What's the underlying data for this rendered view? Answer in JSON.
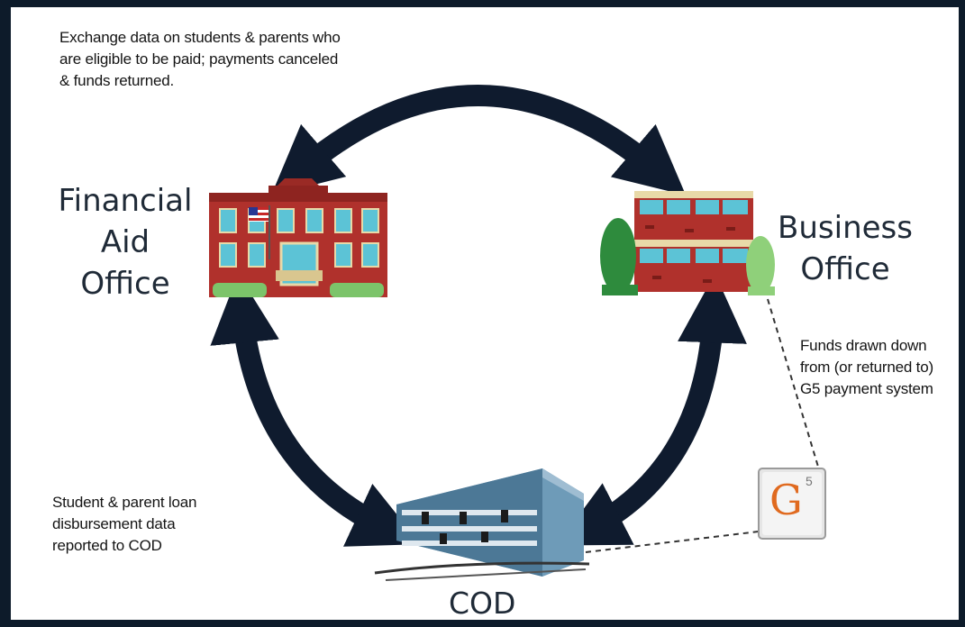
{
  "nodes": {
    "financial_aid": "Financial\nAid\nOffice",
    "business": "Business\nOffice",
    "cod": "COD",
    "g5_badge": "G",
    "g5_superscript": "5"
  },
  "notes": {
    "exchange": "Exchange data on students & parents who\nare eligible to be paid; payments canceled\n& funds returned.",
    "funds": "Funds drawn down\nfrom (or returned to)\nG5 payment system",
    "loan": "Student & parent loan\ndisbursement data\nreported to COD"
  },
  "colors": {
    "frame": "#0d1b2a",
    "arrow": "#0f1b2e",
    "brick": "#b0312c",
    "window": "#5cc3d6",
    "tree": "#2e8b3d",
    "building_blue": "#6e9bb8",
    "g5_orange": "#e06a1f"
  },
  "icons": [
    "school-building-icon",
    "office-building-icon",
    "cod-building-icon",
    "g5-logo-icon",
    "us-flag-icon"
  ]
}
